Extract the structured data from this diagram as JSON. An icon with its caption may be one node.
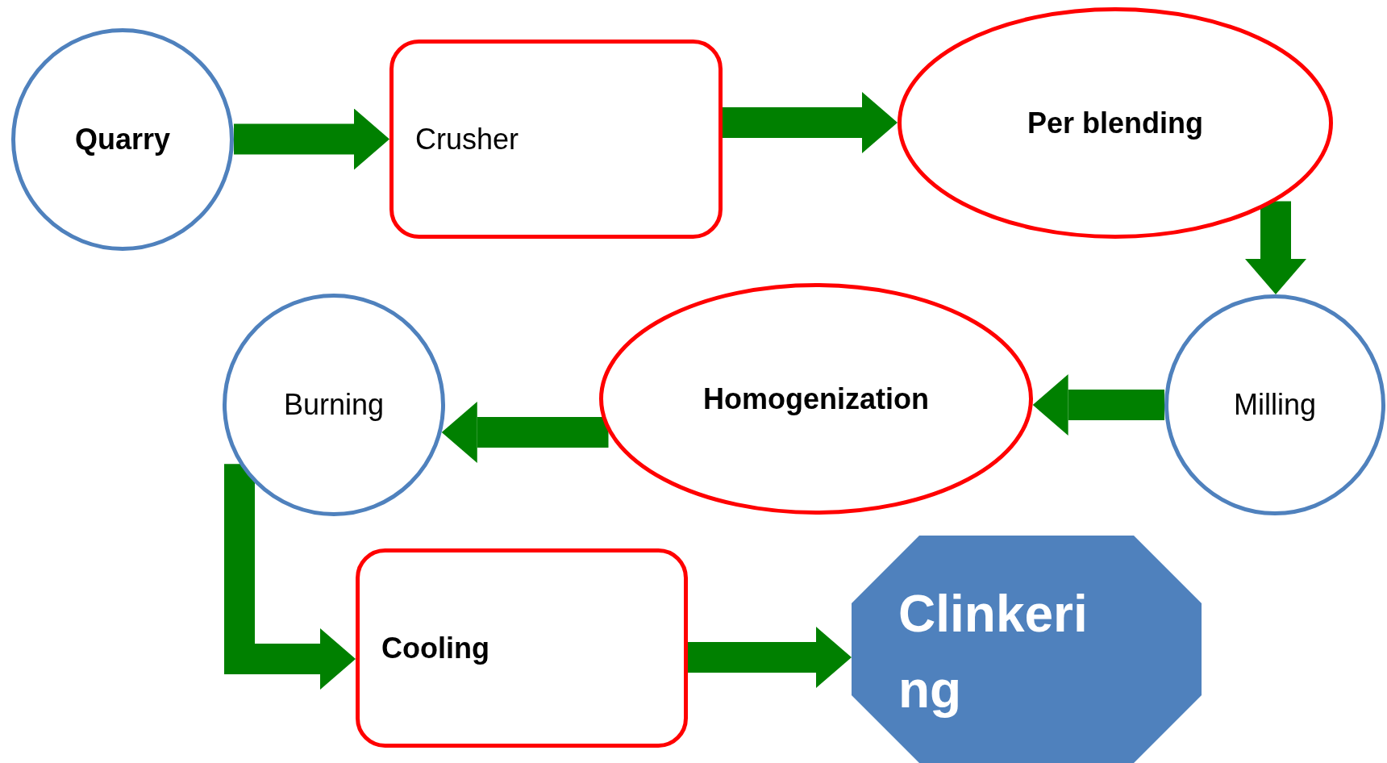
{
  "diagram": {
    "nodes": [
      {
        "text": [
          "Quarry"
        ]
      },
      {
        "text": [
          "Crusher"
        ]
      },
      {
        "text": [
          "Per blending"
        ]
      },
      {
        "text": [
          "Milling"
        ]
      },
      {
        "text": [
          "Homogenization"
        ]
      },
      {
        "text": [
          "Burning"
        ]
      },
      {
        "text": [
          "Cooling"
        ]
      },
      {
        "text": [
          "Clinkering"
        ]
      }
    ],
    "edges": [
      {
        "from": 0,
        "to": 1,
        "arrow": "to"
      },
      {
        "from": 1,
        "to": 2,
        "arrow": "to"
      },
      {
        "from": 2,
        "to": 3,
        "arrow": "to"
      },
      {
        "from": 3,
        "to": 4,
        "arrow": "to"
      },
      {
        "from": 4,
        "to": 5,
        "arrow": "to"
      },
      {
        "from": 5,
        "to": 6,
        "arrow": "to"
      },
      {
        "from": 6,
        "to": 7,
        "arrow": "to"
      }
    ]
  }
}
